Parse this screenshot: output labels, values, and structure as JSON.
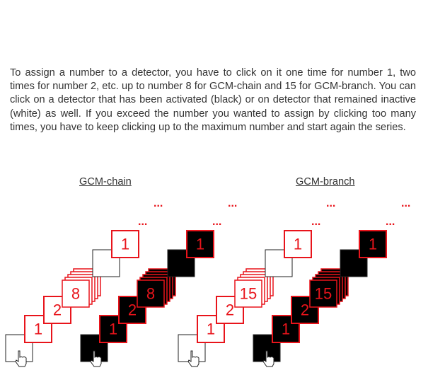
{
  "instructions": "To assign a number to a detector, you have to click on it one time for number 1, two times for number 2, etc. up to number 8 for GCM-chain and 15 for GCM-branch. You can click on a detector that has been activated (black) or on detector that remained inactive (white) as well. If you exceed the number you wanted to assign by clicking too many times, you have to keep clicking up to the maximum number and start again the series.",
  "titles": {
    "chain": "GCM-chain",
    "branch": "GCM-branch"
  },
  "ellipsis": "...",
  "labels": {
    "one": "1",
    "two": "2",
    "max_chain": "8",
    "max_branch": "15"
  },
  "colors": {
    "text": "#333333",
    "accent": "#e8141b",
    "active": "#000000",
    "inactive": "#ffffff"
  },
  "icons": {
    "cursor": "hand-pointer-icon"
  }
}
